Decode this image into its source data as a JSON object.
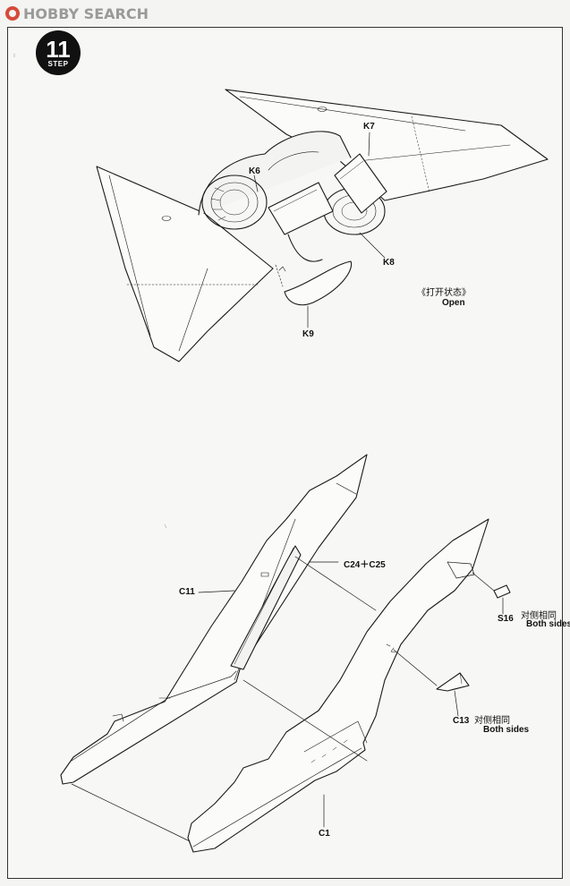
{
  "watermark": {
    "text": "HOBBY SEARCH"
  },
  "step": {
    "number": "11",
    "word": "STEP"
  },
  "top_view": {
    "parts": {
      "k6": "K6",
      "k7": "K7",
      "k8": "K8",
      "k9": "K9"
    },
    "state_cn": "《打开状态》",
    "state_en": "Open"
  },
  "bottom_view": {
    "parts": {
      "c11": "C11",
      "c24_c25": "C24＋C25",
      "s16": "S16",
      "c13": "C13",
      "c1": "C1"
    },
    "both_sides_cn_1": "对侧相同",
    "both_sides_en_1": "Both sides",
    "both_sides_cn_2": "对侧相同",
    "both_sides_en_2": "Both sides"
  },
  "colors": {
    "line": "#1a1a1a",
    "background": "#f7f7f5",
    "badge": "#111111",
    "watermark_logo": "#d64a3a"
  }
}
